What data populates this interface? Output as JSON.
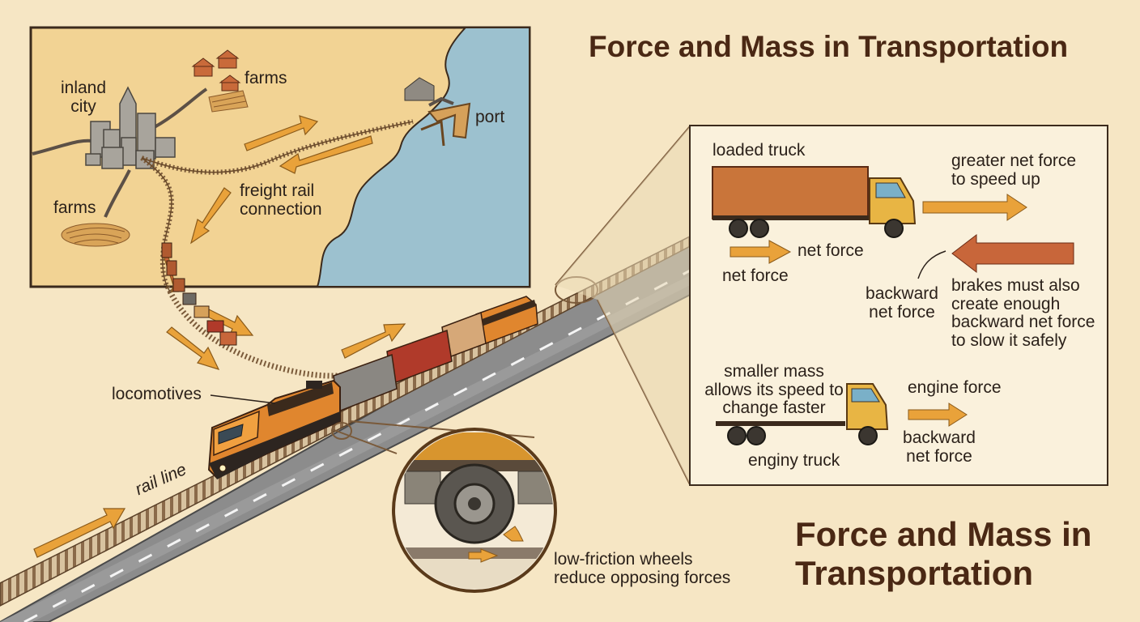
{
  "title_top": "Force and Mass in Transportation",
  "title_bottom": "Force and Mass in Transportation",
  "map": {
    "inland_city": "inland city",
    "farms_top": "farms",
    "farms_left": "farms",
    "port": "port",
    "freight_rail": "freight rail connection"
  },
  "scene": {
    "locomotives": "locomotives",
    "rail_line": "rail line",
    "low_friction": "low-friction wheels reduce opposing forces"
  },
  "panel": {
    "loaded_truck": "loaded truck",
    "greater_net_force": "greater net force to speed up",
    "net_force_right": "net force",
    "net_force_left": "net force",
    "backward_net_force": "backward net force",
    "brakes": "brakes must also create enough backward net force to slow it safely",
    "smaller_mass": "smaller mass allows its speed to change faster",
    "engine_force": "engine force",
    "backward_net_force_2": "backward net force",
    "enginy_truck": "enginy truck"
  },
  "colors": {
    "background": "#f6e6c4",
    "land": "#f2d394",
    "water": "#9cc1cf",
    "arrow": "#e9a23a",
    "brown_arrow": "#c8663a",
    "title": "#4a2814",
    "truck_cargo": "#c9753a",
    "truck_cab": "#e8b544",
    "locomotive": "#e0862e",
    "road": "#8c8c8c"
  }
}
